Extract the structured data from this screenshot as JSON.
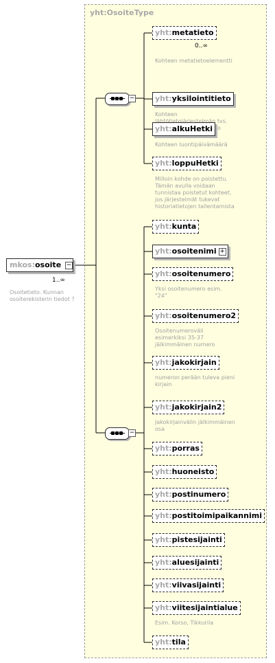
{
  "type_name": "yht:OsoiteType",
  "root": {
    "prefix": "mkos:",
    "name": "osoite",
    "multiplicity": "1..∞",
    "description": [
      "Osoitetieto. Kunnan",
      "osoiterekisterin tiedot ?"
    ]
  },
  "sequence1": [
    {
      "prefix": "yht:",
      "name": "metatieto",
      "optional": true,
      "multiplicity": "0..∞",
      "description": [
        "Kohteen metatietoelementti"
      ]
    },
    {
      "prefix": "yht:",
      "name": "yksilointitieto",
      "optional": false,
      "description": [
        "Kohteen",
        "lähtötietojärjestelmän tvs.",
        "mukainen yksilöintitieto"
      ]
    },
    {
      "prefix": "yht:",
      "name": "alkuHetki",
      "optional": false,
      "description": [
        "Kohteen luontipäivämäärä"
      ]
    },
    {
      "prefix": "yht:",
      "name": "loppuHetki",
      "optional": true,
      "description": [
        "Milloin kohde on poistettu.",
        "Tämän avulla voidaan",
        "tunnistaa poistetut kohteet,",
        "jos järjestelmät tukevat",
        "historiatietojen tallentamista"
      ]
    }
  ],
  "sequence2": [
    {
      "prefix": "yht:",
      "name": "kunta",
      "optional": true,
      "description": []
    },
    {
      "prefix": "yht:",
      "name": "osoitenimi",
      "optional": false,
      "expandable": true,
      "description": []
    },
    {
      "prefix": "yht:",
      "name": "osoitenumero",
      "optional": true,
      "description": [
        "Yksi osoitenumero esim.",
        "\"24\""
      ]
    },
    {
      "prefix": "yht:",
      "name": "osoitenumero2",
      "optional": true,
      "description": [
        "Osoitenumeroväli",
        "esimerkiksi 35-37",
        "jälkimmäinen numero"
      ]
    },
    {
      "prefix": "yht:",
      "name": "jakokirjain",
      "optional": true,
      "description": [
        "numeron perään tuleva pieni",
        "kirjain"
      ]
    },
    {
      "prefix": "yht:",
      "name": "jakokirjain2",
      "optional": true,
      "description": [
        "Jakokirjainvälin jälkimmäinen",
        "osa"
      ]
    },
    {
      "prefix": "yht:",
      "name": "porras",
      "optional": true,
      "description": []
    },
    {
      "prefix": "yht:",
      "name": "huoneisto",
      "optional": true,
      "description": []
    },
    {
      "prefix": "yht:",
      "name": "postinumero",
      "optional": true,
      "description": []
    },
    {
      "prefix": "yht:",
      "name": "postitoimipaikannimi",
      "optional": true,
      "description": []
    },
    {
      "prefix": "yht:",
      "name": "pistesijainti",
      "optional": true,
      "description": []
    },
    {
      "prefix": "yht:",
      "name": "aluesijainti",
      "optional": true,
      "description": []
    },
    {
      "prefix": "yht:",
      "name": "viivasijainti",
      "optional": true,
      "description": []
    },
    {
      "prefix": "yht:",
      "name": "viitesijaintialue",
      "optional": true,
      "description": [
        "Esim. Korso, Tikkurila"
      ]
    },
    {
      "prefix": "yht:",
      "name": "tila",
      "optional": true,
      "description": []
    }
  ]
}
